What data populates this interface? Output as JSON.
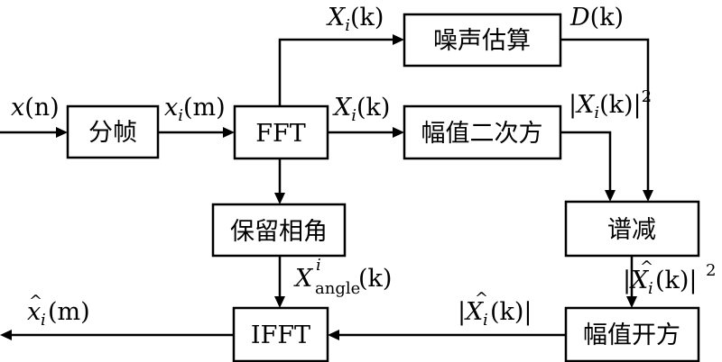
{
  "blocks": {
    "framing": "分帧",
    "fft": "FFT",
    "noise_estimation": "噪声估算",
    "magnitude_squared": "幅值二次方",
    "keep_phase": "保留相角",
    "spectral_subtraction": "谱减",
    "magnitude_sqrt": "幅值开方",
    "ifft": "IFFT"
  },
  "signals": {
    "input_base": "x",
    "input_arg": "(n)",
    "framed_base": "x",
    "framed_sub": "i",
    "framed_arg": "(m)",
    "spectrum_base": "X",
    "spectrum_sub": "i",
    "spectrum_arg": "(k)",
    "noise_base": "D",
    "noise_arg": "(k)",
    "power_open": "|",
    "power_base": "X",
    "power_sub": "i",
    "power_arg": "(k)|",
    "power_sup": "2",
    "angle_base": "X",
    "angle_sup": "i",
    "angle_sub": "angle",
    "angle_arg": "(k)",
    "est_power_open": "|",
    "est_power_base": "X",
    "est_power_hat": "^",
    "est_power_sub": "i",
    "est_power_arg": "(k)|",
    "est_power_sup": "2",
    "est_mag_open": "|",
    "est_mag_base": "X",
    "est_mag_hat": "^",
    "est_mag_sub": "i",
    "est_mag_arg": "(k)|",
    "output_base": "x",
    "output_hat": "^",
    "output_sub": "i",
    "output_arg": "(m)"
  }
}
